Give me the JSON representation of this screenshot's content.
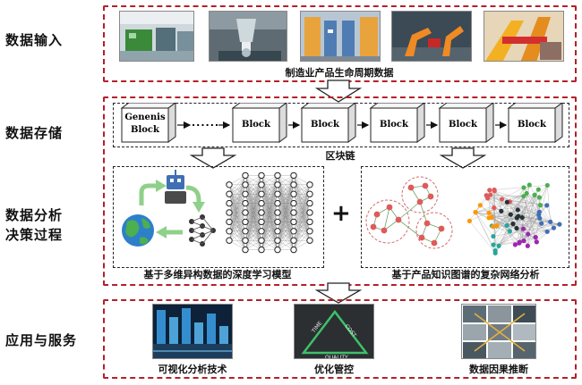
{
  "stages": {
    "input": "数据输入",
    "storage": "数据存储",
    "analysis_line1": "数据分析",
    "analysis_line2": "决策过程",
    "application": "应用与服务"
  },
  "input_caption": "制造业产品生命周期数据",
  "blockchain": {
    "genesis_line1": "Genenis",
    "genesis_line2": "Block",
    "ellipsis": "......",
    "blocks": [
      "Block",
      "Block",
      "Block",
      "Block",
      "Block"
    ],
    "caption": "区块链"
  },
  "analysis": {
    "left_caption": "基于多维异构数据的深度学习模型",
    "plus": "+",
    "right_caption": "基于产品知识图谱的复杂网络分析"
  },
  "application": {
    "items": [
      {
        "label": "可视化分析技术"
      },
      {
        "label": "优化管控"
      },
      {
        "label": "数据因果推断"
      }
    ],
    "triangle_words": {
      "time": "TIME",
      "cost": "COST",
      "quality": "QUALITY"
    }
  },
  "colors": {
    "frame_red": "#b4202a",
    "arrow_green": "#8fd08a",
    "node_red": "#e05a5a",
    "triangle_green": "#3ec06a"
  }
}
